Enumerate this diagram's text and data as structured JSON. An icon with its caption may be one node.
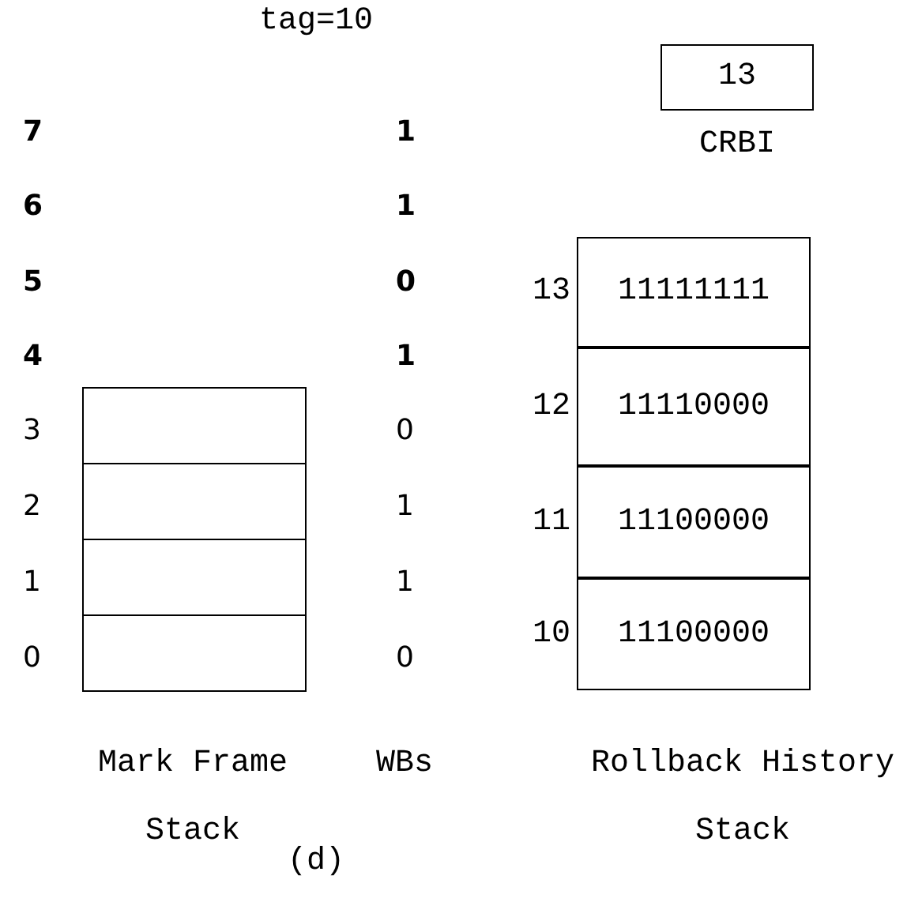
{
  "diagram": {
    "title": "tag=10",
    "caption": "(d)",
    "nodes": [
      {
        "text": [
          "13"
        ],
        "beside": [
          "CRBI"
        ]
      },
      {
        "text": [
          "11111111"
        ],
        "beside": [
          "13"
        ]
      },
      {
        "text": [
          "11110000"
        ],
        "beside": [
          "12"
        ]
      },
      {
        "text": [
          "11100000"
        ],
        "beside": [
          "11"
        ]
      },
      {
        "text": [
          "11100000"
        ],
        "beside": [
          "10"
        ]
      },
      {
        "text": [],
        "shape": "box"
      },
      {
        "text": [],
        "shape": "box"
      },
      {
        "text": [],
        "shape": "box"
      },
      {
        "text": [],
        "shape": "box"
      }
    ],
    "edges": [],
    "labels": [
      "7",
      "1",
      "6",
      "1",
      "5",
      "0",
      "4",
      "1",
      "3",
      "0",
      "2",
      "1",
      "1",
      "1",
      "0",
      "0",
      "Mark Frame Stack",
      "WBs",
      "Rollback History Stack"
    ]
  }
}
